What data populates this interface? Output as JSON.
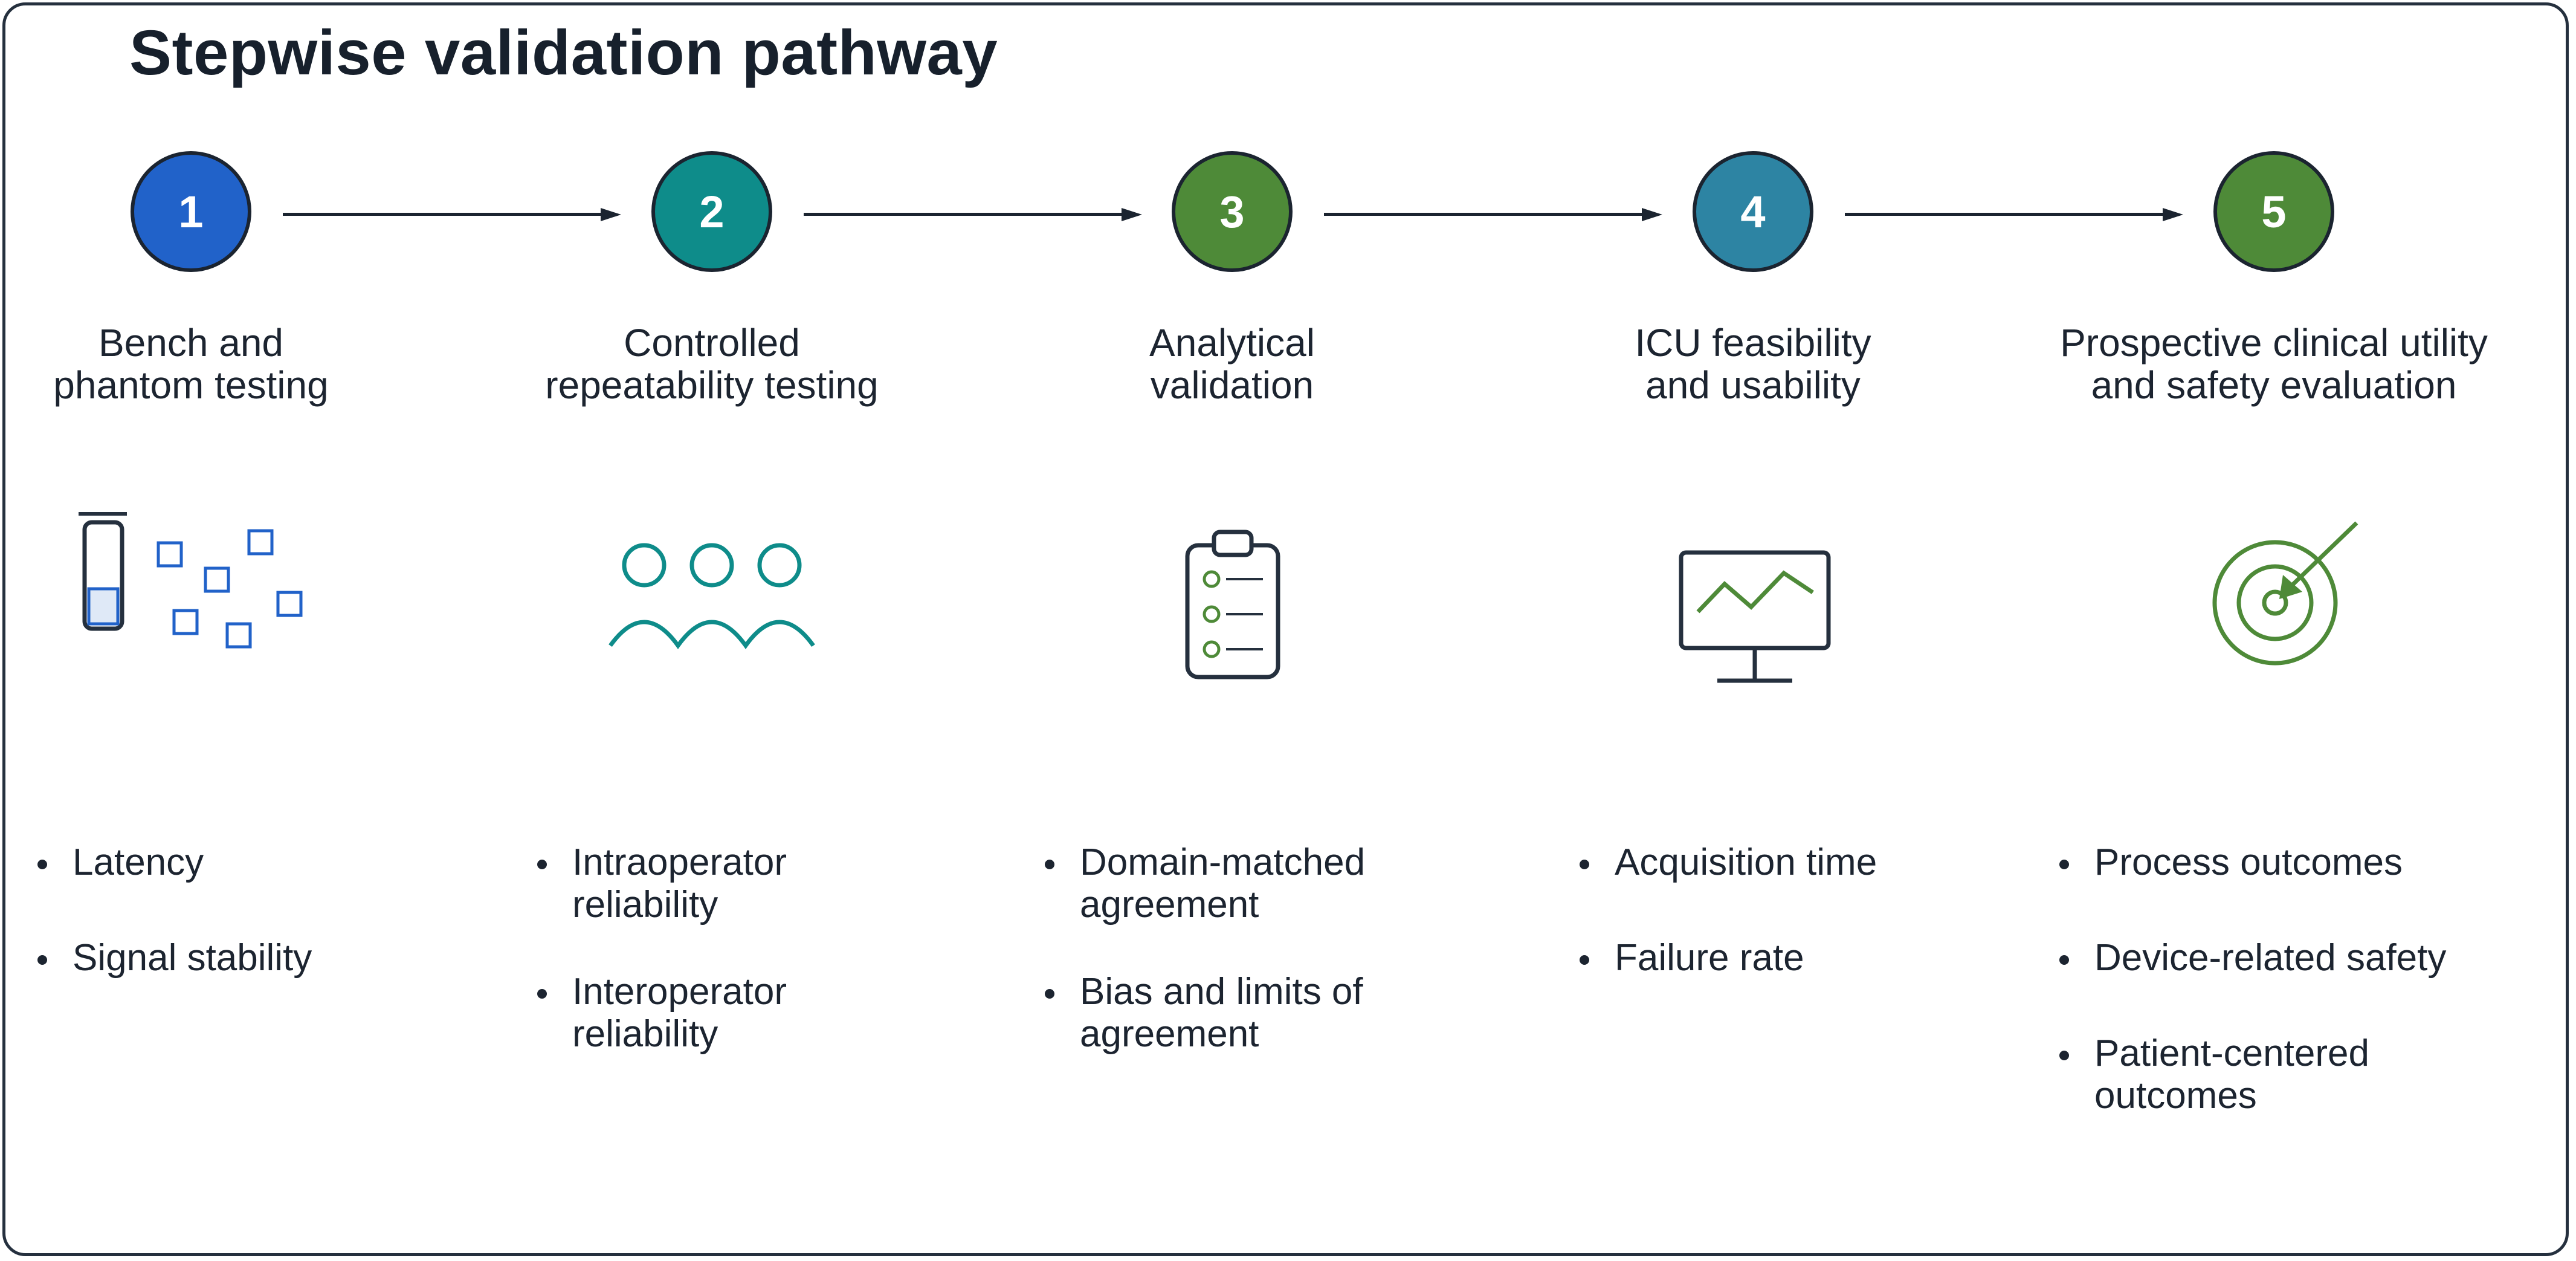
{
  "title": "Stepwise validation pathway",
  "colors": {
    "step1": "#2162c9",
    "step2": "#0e8c8a",
    "step3": "#4e8a38",
    "step4": "#2d84a3",
    "step5": "#4e8a38",
    "outline": "#1b2430"
  },
  "steps": [
    {
      "number": "1",
      "label_lines": [
        "Bench and",
        "phantom testing"
      ],
      "icon": "test-tube-particles-icon",
      "bullets": [
        {
          "lines": [
            "Latency"
          ]
        },
        {
          "lines": [
            "Signal stability"
          ]
        }
      ]
    },
    {
      "number": "2",
      "label_lines": [
        "Controlled",
        "repeatability testing"
      ],
      "icon": "three-people-icon",
      "bullets": [
        {
          "lines": [
            "Intraoperator",
            "reliability"
          ]
        },
        {
          "lines": [
            "Interoperator",
            "reliability"
          ]
        }
      ]
    },
    {
      "number": "3",
      "label_lines": [
        "Analytical",
        "validation"
      ],
      "icon": "clipboard-checklist-icon",
      "bullets": [
        {
          "lines": [
            "Domain-matched",
            "agreement"
          ]
        },
        {
          "lines": [
            "Bias and limits of",
            "agreement"
          ]
        }
      ]
    },
    {
      "number": "4",
      "label_lines": [
        "ICU feasibility",
        "and usability"
      ],
      "icon": "monitor-waveform-icon",
      "bullets": [
        {
          "lines": [
            "Acquisition time"
          ]
        },
        {
          "lines": [
            "Failure rate"
          ]
        }
      ]
    },
    {
      "number": "5",
      "label_lines": [
        "Prospective clinical utility",
        "and safety evaluation"
      ],
      "icon": "target-arrow-icon",
      "bullets": [
        {
          "lines": [
            "Process outcomes"
          ]
        },
        {
          "lines": [
            "Device-related safety"
          ]
        },
        {
          "lines": [
            "Patient-centered",
            "outcomes"
          ]
        }
      ]
    }
  ]
}
